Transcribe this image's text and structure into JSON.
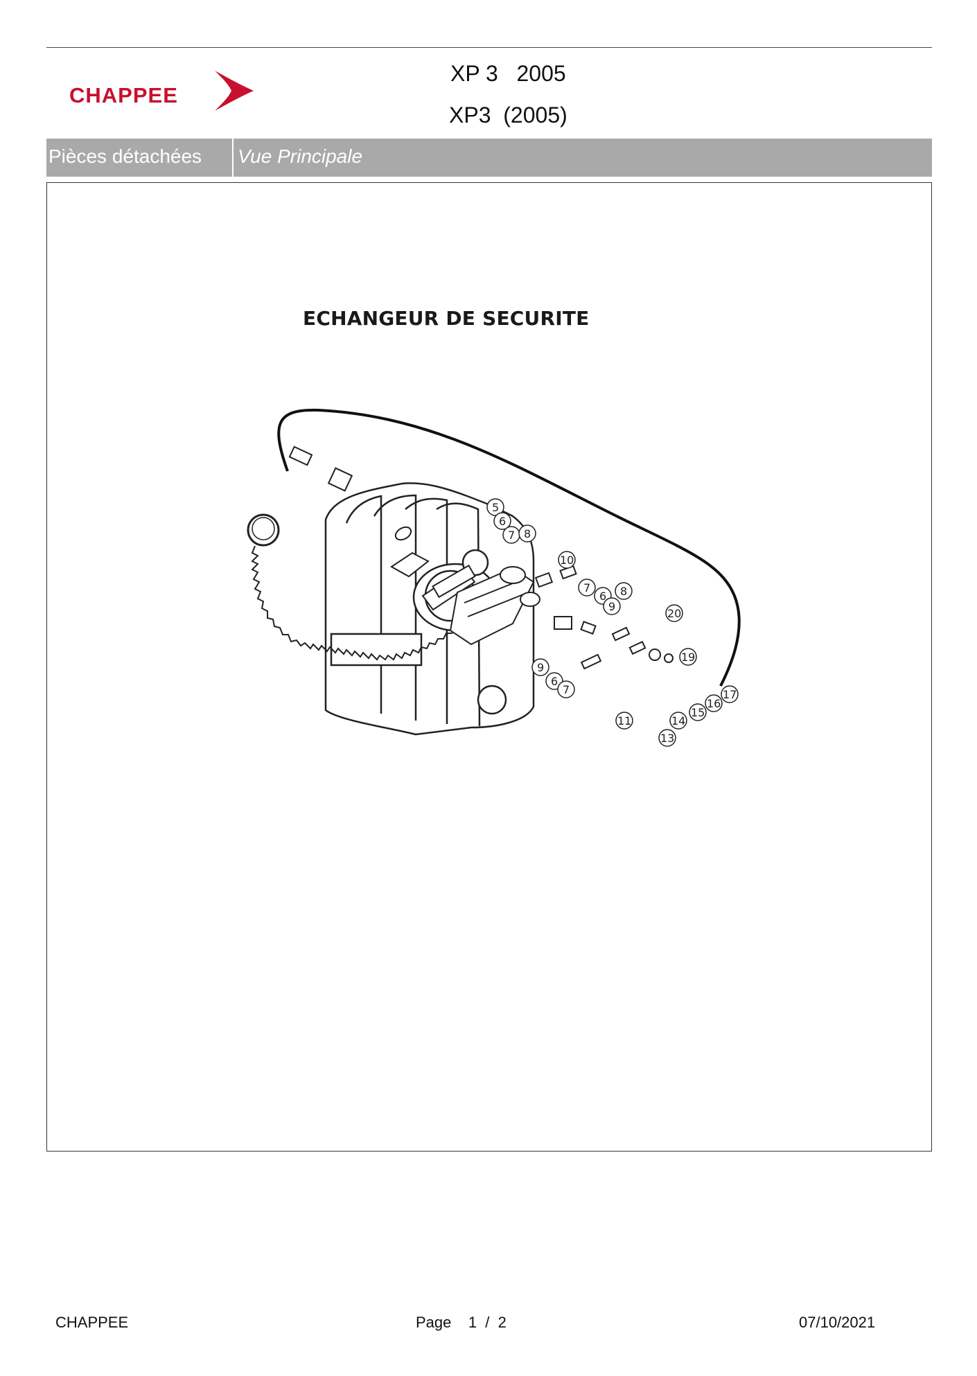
{
  "header": {
    "brand": "CHAPPEE",
    "title_line1": "XP 3   2005",
    "title_line2": "XP3  (2005)",
    "brand_color": "#c8102e"
  },
  "nav_bar": {
    "section": "Pièces détachées",
    "view": "Vue Principale",
    "bar_color": "#a9a9a9"
  },
  "diagram": {
    "title": "ECHANGEUR DE SECURITE",
    "part_numbers": [
      "5",
      "6",
      "7",
      "8",
      "10",
      "7",
      "6",
      "8",
      "9",
      "20",
      "9",
      "6",
      "7",
      "11",
      "19",
      "13",
      "14",
      "15",
      "16",
      "17"
    ]
  },
  "footer": {
    "company": "CHAPPEE",
    "page": "Page    1  /  2",
    "date": "07/10/2021"
  }
}
